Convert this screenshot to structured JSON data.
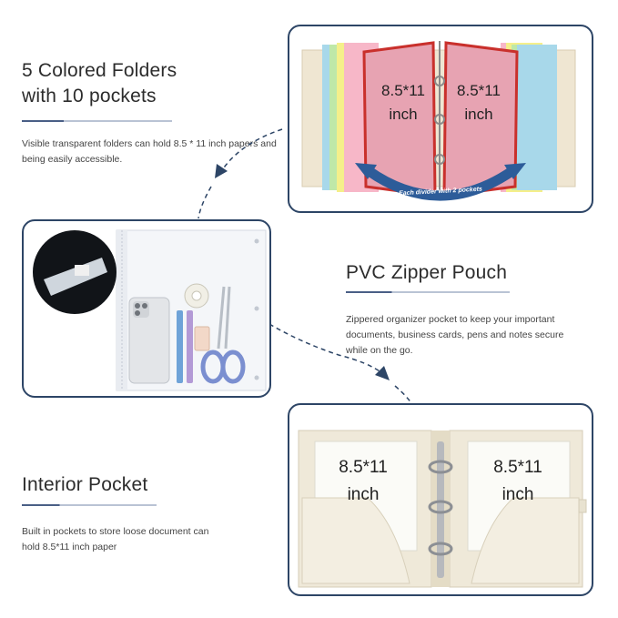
{
  "colors": {
    "frame": "#2d4566",
    "arrow": "#2d5c99",
    "accent_rule": "#4a5f86"
  },
  "sections": {
    "folders": {
      "title_line1": "5 Colored Folders",
      "title_line2": "with 10 pockets",
      "description": "Visible transparent folders can hold 8.5 * 11 inch papers and being easily accessible.",
      "page_left_line1": "8.5*11",
      "page_left_line2": "inch",
      "page_right_line1": "8.5*11",
      "page_right_line2": "inch",
      "arc_caption": "Each divider with 2 pockets"
    },
    "pouch": {
      "title": "PVC Zipper Pouch",
      "description": "Zippered organizer pocket to keep your important documents, business cards, pens and notes secure while on the go."
    },
    "interior": {
      "title": "Interior Pocket",
      "description": "Built in pockets to store loose document can hold 8.5*11 inch paper",
      "page_left_line1": "8.5*11",
      "page_left_line2": "inch",
      "page_right_line1": "8.5*11",
      "page_right_line2": "inch"
    }
  }
}
